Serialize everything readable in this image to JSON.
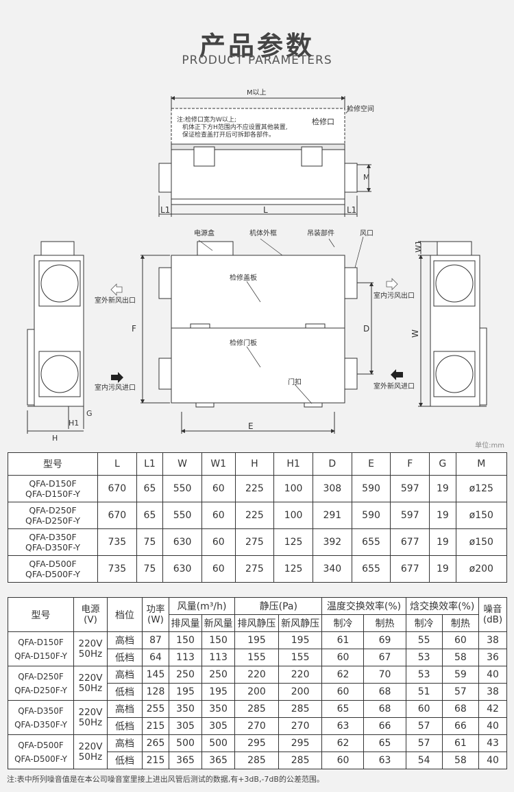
{
  "header": {
    "title": "产品参数",
    "subtitle": "PRODUCT PARAMETERS"
  },
  "diagram": {
    "top_view": {
      "m_label": "M以上",
      "service_space": "检修空间",
      "note": [
        "注:检修口宽为W以上;",
        "机体正下方H范围内不应设置其他装置,",
        "保证检查盖打开后可拆卸各部件。"
      ],
      "service_port": "检修口",
      "dim_m": "M",
      "dim_l1": "L1",
      "dim_l": "L"
    },
    "front_view": {
      "power_box": "电源盒",
      "body_frame": "机体外框",
      "hanging_parts": "吊装部件",
      "air_port": "风口",
      "inspection_cover": "检修盖板",
      "inspection_door": "检修门板",
      "door_latch": "门扣",
      "dim_f": "F",
      "dim_d": "D",
      "dim_e": "E"
    },
    "left_view": {
      "outdoor_fresh_out": "室外新风出口",
      "indoor_dirty_in": "室内污风进口",
      "dim_h1": "H1",
      "dim_h": "H",
      "dim_g": "G"
    },
    "right_view": {
      "indoor_dirty_out": "室内污风出口",
      "outdoor_fresh_in": "室外新风进口",
      "dim_w1": "W1",
      "dim_w": "W"
    },
    "unit": "单位:mm"
  },
  "dimension_table": {
    "headers": [
      "型号",
      "L",
      "L1",
      "W",
      "W1",
      "H",
      "H1",
      "D",
      "E",
      "F",
      "G",
      "M"
    ],
    "rows": [
      {
        "model": [
          "QFA-D150F",
          "QFA-D150F-Y"
        ],
        "values": [
          "670",
          "65",
          "550",
          "60",
          "225",
          "100",
          "308",
          "590",
          "597",
          "19",
          "ø125"
        ]
      },
      {
        "model": [
          "QFA-D250F",
          "QFA-D250F-Y"
        ],
        "values": [
          "670",
          "65",
          "550",
          "60",
          "225",
          "100",
          "291",
          "590",
          "597",
          "19",
          "ø150"
        ]
      },
      {
        "model": [
          "QFA-D350F",
          "QFA-D350F-Y"
        ],
        "values": [
          "735",
          "75",
          "630",
          "60",
          "275",
          "125",
          "392",
          "655",
          "677",
          "19",
          "ø150"
        ]
      },
      {
        "model": [
          "QFA-D500F",
          "QFA-D500F-Y"
        ],
        "values": [
          "735",
          "75",
          "630",
          "60",
          "275",
          "125",
          "340",
          "655",
          "677",
          "19",
          "ø200"
        ]
      }
    ]
  },
  "performance_table": {
    "headers": {
      "model": "型号",
      "power_source": "电源\n(V)",
      "gear": "档位",
      "power": "功率\n(W)",
      "airflow": "风量(m³/h)",
      "static_pressure": "静压(Pa)",
      "temp_efficiency": "温度交换效率(%)",
      "enthalpy_efficiency": "焓交换效率(%)",
      "noise": "噪音\n(dB)",
      "exhaust_airflow": "排风量",
      "fresh_airflow": "新风量",
      "exhaust_pressure": "排风静压",
      "fresh_pressure": "新风静压",
      "cooling": "制冷",
      "heating": "制热"
    },
    "rows": [
      {
        "model": [
          "QFA-D150F",
          "QFA-D150F-Y"
        ],
        "source": "220V\n50Hz",
        "levels": [
          {
            "gear": "高档",
            "values": [
              "87",
              "150",
              "150",
              "195",
              "195",
              "61",
              "69",
              "55",
              "60",
              "38"
            ]
          },
          {
            "gear": "低档",
            "values": [
              "64",
              "113",
              "113",
              "155",
              "155",
              "60",
              "67",
              "53",
              "58",
              "36"
            ]
          }
        ]
      },
      {
        "model": [
          "QFA-D250F",
          "QFA-D250F-Y"
        ],
        "source": "220V\n50Hz",
        "levels": [
          {
            "gear": "高档",
            "values": [
              "145",
              "250",
              "250",
              "220",
              "220",
              "62",
              "70",
              "53",
              "59",
              "40"
            ]
          },
          {
            "gear": "低档",
            "values": [
              "128",
              "195",
              "195",
              "200",
              "200",
              "60",
              "68",
              "51",
              "57",
              "38"
            ]
          }
        ]
      },
      {
        "model": [
          "QFA-D350F",
          "QFA-D350F-Y"
        ],
        "source": "220V\n50Hz",
        "levels": [
          {
            "gear": "高档",
            "values": [
              "255",
              "350",
              "350",
              "285",
              "285",
              "65",
              "68",
              "60",
              "68",
              "42"
            ]
          },
          {
            "gear": "低档",
            "values": [
              "215",
              "305",
              "305",
              "270",
              "270",
              "63",
              "66",
              "57",
              "66",
              "40"
            ]
          }
        ]
      },
      {
        "model": [
          "QFA-D500F",
          "QFA-D500F-Y"
        ],
        "source": "220V\n50Hz",
        "levels": [
          {
            "gear": "高档",
            "values": [
              "265",
              "500",
              "500",
              "295",
              "295",
              "62",
              "65",
              "57",
              "61",
              "43"
            ]
          },
          {
            "gear": "低档",
            "values": [
              "215",
              "365",
              "365",
              "285",
              "285",
              "60",
              "63",
              "54",
              "58",
              "40"
            ]
          }
        ]
      }
    ]
  },
  "footnote": "注:表中所列噪音值是在本公司噪音室里接上进出风管后测试的数据,有+3dB,-7dB的公差范围。"
}
